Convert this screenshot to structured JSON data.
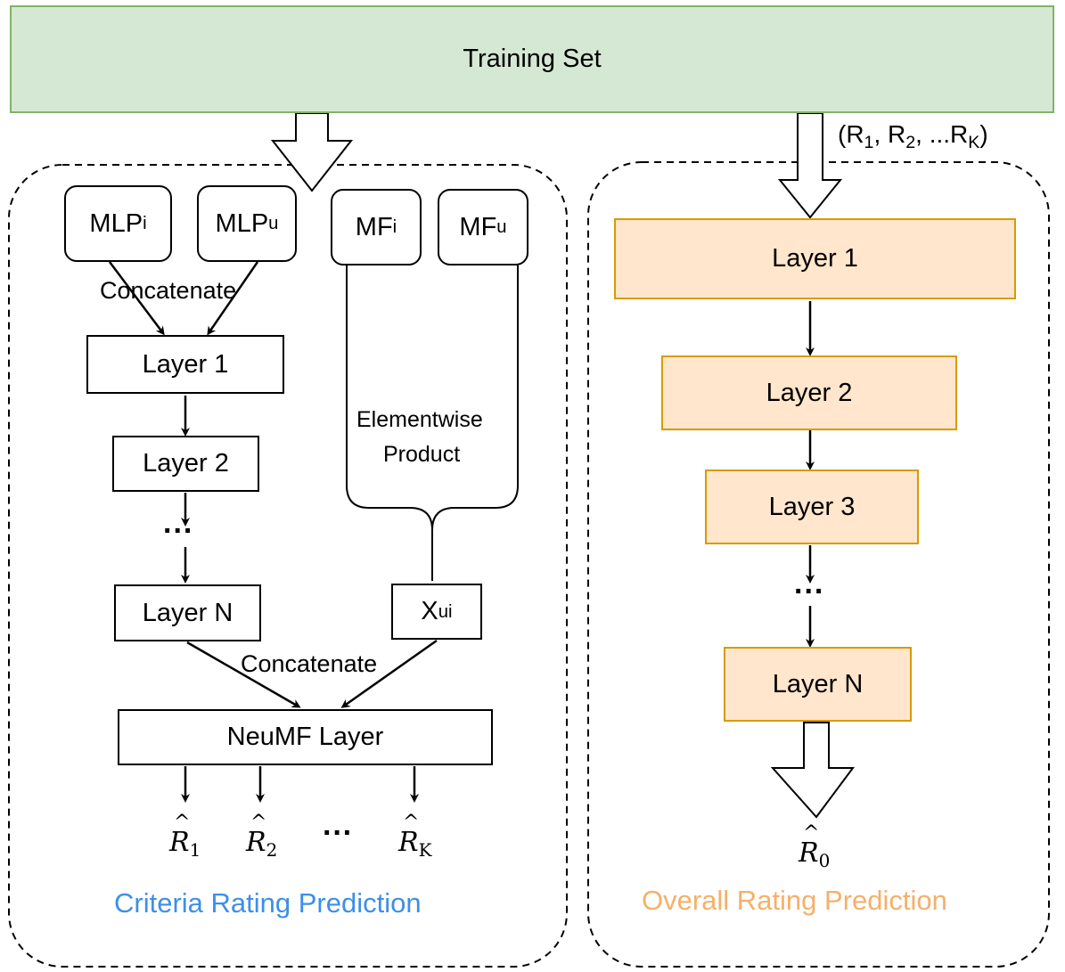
{
  "training_set": {
    "label": "Training Set"
  },
  "ratings_tuple": {
    "prefix": "(R",
    "s1": "1",
    "mid1": ", R",
    "s2": "2",
    "mid2": ", ...R",
    "sk": "K",
    "suffix": ")"
  },
  "left_panel": {
    "caption": "Criteria Rating Prediction",
    "caption_color": "#3d8fe8",
    "mlp_i": {
      "base": "MLP",
      "sub": "i"
    },
    "mlp_u": {
      "base": "MLP",
      "sub": "u"
    },
    "mf_i": {
      "base": "MF",
      "sub": "i"
    },
    "mf_u": {
      "base": "MF",
      "sub": "u"
    },
    "concat_top": "Concatenate",
    "concat_bottom": "Concatenate",
    "elementwise_line1": "Elementwise",
    "elementwise_line2": "Product",
    "layer1": "Layer 1",
    "layer2": "Layer 2",
    "layer_n": "Layer N",
    "ellipsis": "...",
    "x_ui": {
      "base": "X",
      "sub": "ui"
    },
    "neumf": "NeuMF Layer",
    "outputs": [
      {
        "base": "R",
        "sub": "1"
      },
      {
        "base": "R",
        "sub": "2"
      },
      {
        "base": "R",
        "sub": "K"
      }
    ],
    "outputs_ellipsis": "···"
  },
  "right_panel": {
    "caption": "Overall Rating Prediction",
    "caption_color": "#f5b06a",
    "layers": [
      "Layer 1",
      "Layer 2",
      "Layer 3",
      "Layer N"
    ],
    "ellipsis": "...",
    "output": {
      "base": "R",
      "sub": "0"
    },
    "box_fill": "#ffe6cc",
    "box_stroke": "#d79b00"
  }
}
